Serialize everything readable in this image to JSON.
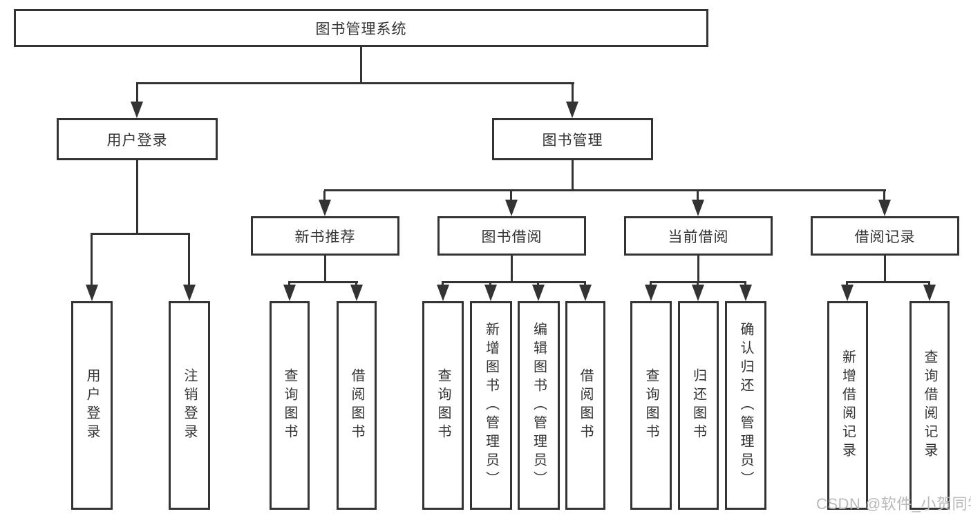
{
  "diagram": {
    "root": {
      "label": "图书管理系统"
    },
    "level1": [
      {
        "label": "用户登录"
      },
      {
        "label": "图书管理"
      }
    ],
    "level2": [
      {
        "label": "新书推荐"
      },
      {
        "label": "图书借阅"
      },
      {
        "label": "当前借阅"
      },
      {
        "label": "借阅记录"
      }
    ],
    "leaves": [
      {
        "label": "用户登录"
      },
      {
        "label": "注销登录"
      },
      {
        "label": "查询图书"
      },
      {
        "label": "借阅图书"
      },
      {
        "label": "查询图书"
      },
      {
        "label": "新增图书（管理员）"
      },
      {
        "label": "编辑图书（管理员）"
      },
      {
        "label": "借阅图书"
      },
      {
        "label": "查询图书"
      },
      {
        "label": "归还图书"
      },
      {
        "label": "确认归还（管理员）"
      },
      {
        "label": "新增借阅记录"
      },
      {
        "label": "查询借阅记录"
      }
    ]
  },
  "watermark": {
    "text": "CSDN @软件_小贺同学"
  },
  "colors": {
    "line": "#333333",
    "text": "#333333",
    "watermark": "#b9b9b9",
    "background": "#ffffff"
  }
}
